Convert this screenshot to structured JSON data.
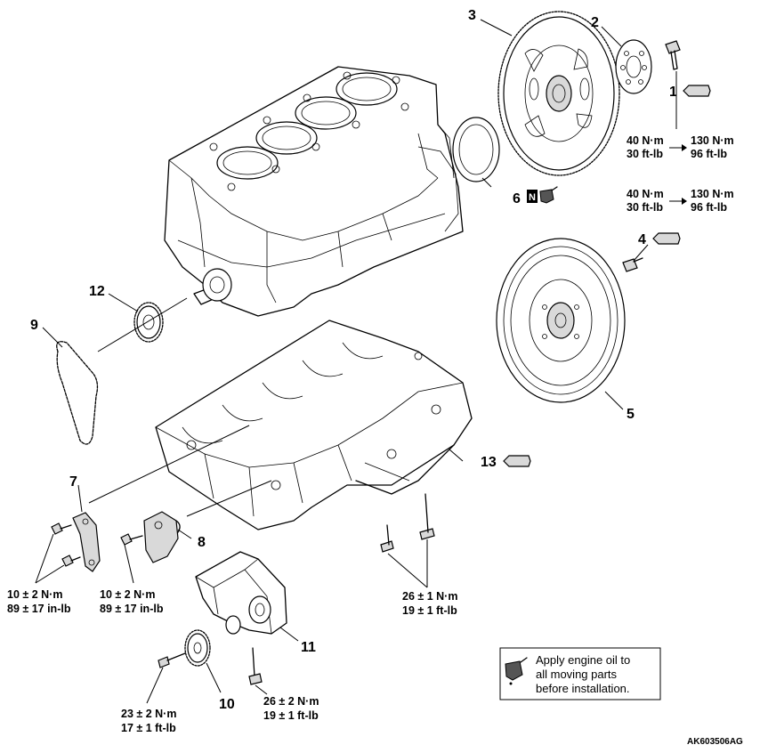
{
  "parts": [
    {
      "id": "1",
      "label": "1"
    },
    {
      "id": "2",
      "label": "2"
    },
    {
      "id": "3",
      "label": "3"
    },
    {
      "id": "4",
      "label": "4"
    },
    {
      "id": "5",
      "label": "5"
    },
    {
      "id": "6",
      "label": "6"
    },
    {
      "id": "7",
      "label": "7"
    },
    {
      "id": "8",
      "label": "8"
    },
    {
      "id": "9",
      "label": "9"
    },
    {
      "id": "10",
      "label": "10"
    },
    {
      "id": "11",
      "label": "11"
    },
    {
      "id": "12",
      "label": "12"
    },
    {
      "id": "13",
      "label": "13"
    }
  ],
  "torques": {
    "flexplate_bolt": {
      "stage1_nm": "40 N·m",
      "stage1_ft": "30 ft-lb",
      "stage2_nm": "130 N·m",
      "stage2_ft": "96 ft-lb"
    },
    "flywheel_bolt": {
      "stage1_nm": "40 N·m",
      "stage1_ft": "30 ft-lb",
      "stage2_nm": "130 N·m",
      "stage2_ft": "96 ft-lb"
    },
    "guide_bolts": {
      "nm": "10 ± 2 N·m",
      "inlb": "89 ± 17 in-lb"
    },
    "tensioner_bolt": {
      "nm": "10 ± 2 N·m",
      "inlb": "89 ± 17 in-lb"
    },
    "ladder_bolts": {
      "nm": "26 ± 1 N·m",
      "ftlb": "19 ± 1 ft-lb"
    },
    "sprocket_bolt": {
      "nm": "23 ± 2 N·m",
      "ftlb": "17 ± 1 ft-lb"
    },
    "pump_bolt": {
      "nm": "26 ± 2 N·m",
      "ftlb": "19 ± 1 ft-lb"
    }
  },
  "new_part_marker": "N",
  "legend": {
    "line1": "Apply engine oil to",
    "line2": "all moving parts",
    "line3": "before installation."
  },
  "code": "AK603506AG"
}
